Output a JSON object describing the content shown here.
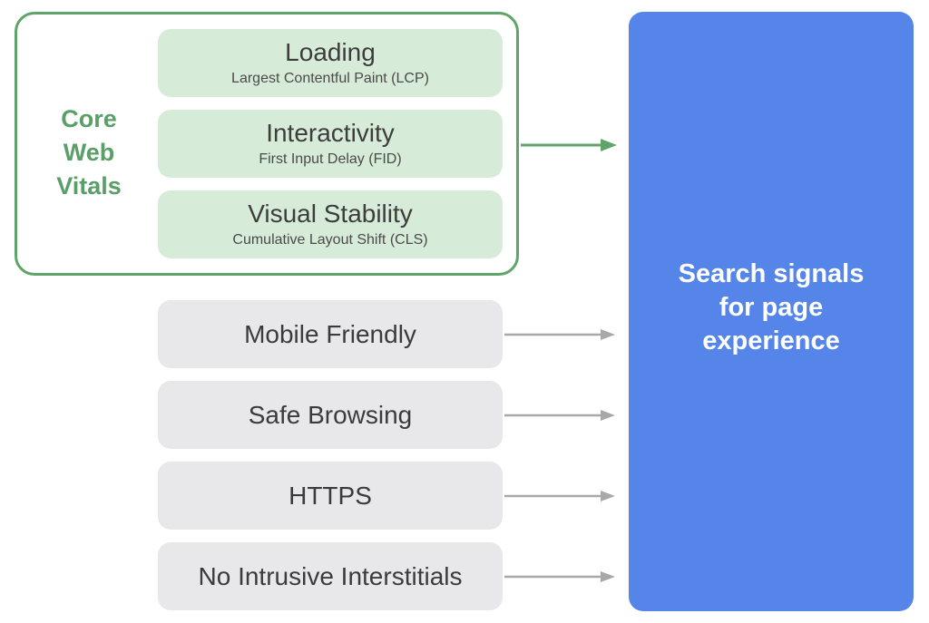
{
  "core_web_vitals": {
    "label_lines": [
      "Core",
      "Web",
      "Vitals"
    ],
    "metrics": [
      {
        "title": "Loading",
        "subtitle": "Largest Contentful Paint (LCP)"
      },
      {
        "title": "Interactivity",
        "subtitle": "First Input Delay (FID)"
      },
      {
        "title": "Visual Stability",
        "subtitle": "Cumulative Layout Shift (CLS)"
      }
    ]
  },
  "other_signals": [
    {
      "label": "Mobile Friendly"
    },
    {
      "label": "Safe Browsing"
    },
    {
      "label": "HTTPS"
    },
    {
      "label": "No Intrusive Interstitials"
    }
  ],
  "outcome": {
    "text": "Search signals for page experience"
  },
  "colors": {
    "core_web_vitals_green": "#5b9f68",
    "metric_box_fill": "#d7ecd8",
    "signal_box_fill": "#e8e8ea",
    "outcome_blue": "#5685ea",
    "arrow_gray": "#a8a8a8"
  }
}
